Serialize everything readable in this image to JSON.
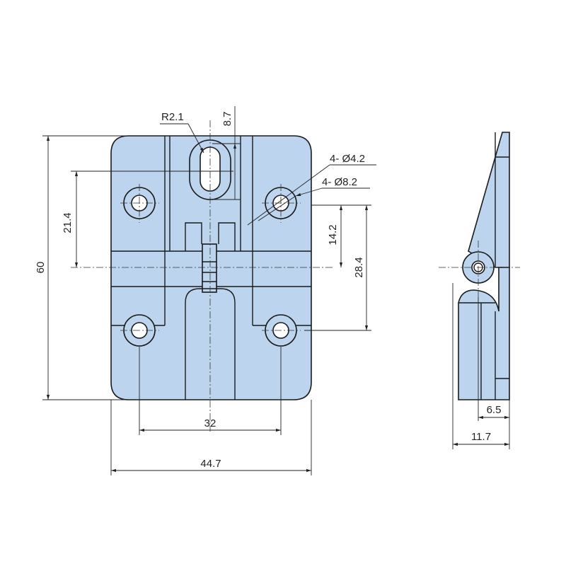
{
  "colors": {
    "part_fill": "#bdd4ef",
    "line": "#1a1a1a"
  },
  "dimensions": {
    "radius_slot": "R2.1",
    "slot_offset": "8.7",
    "hole_small": "4- Ø4.2",
    "hole_large": "4- Ø8.2",
    "overall_height": "60",
    "upper_hole_offset": "21.4",
    "hole_to_axis": "14.2",
    "hole_spacing_vertical": "28.4",
    "hole_spacing_horizontal": "32",
    "overall_width": "44.7",
    "side_inner": "6.5",
    "side_thickness": "11.7"
  }
}
